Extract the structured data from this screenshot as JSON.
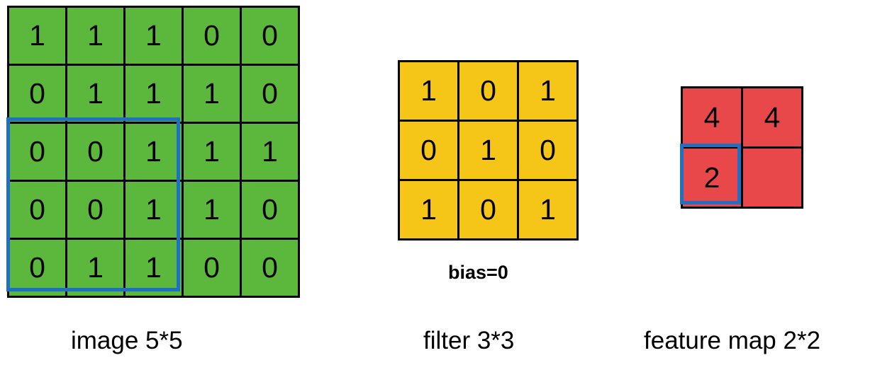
{
  "diagram": {
    "title": "convolution-illustration",
    "colors": {
      "image_cell": "#5cb83c",
      "filter_cell": "#f5c518",
      "feature_cell": "#e8484a",
      "highlight": "#1f6fc4",
      "border": "#000000",
      "background": "#ffffff"
    },
    "image": {
      "caption": "image 5*5",
      "rows": [
        [
          "1",
          "1",
          "1",
          "0",
          "0"
        ],
        [
          "0",
          "1",
          "1",
          "1",
          "0"
        ],
        [
          "0",
          "0",
          "1",
          "1",
          "1"
        ],
        [
          "0",
          "0",
          "1",
          "1",
          "0"
        ],
        [
          "0",
          "1",
          "1",
          "0",
          "0"
        ]
      ],
      "highlight_region": "rows 3-5, cols 1-3"
    },
    "filter": {
      "caption": "filter 3*3",
      "bias_label": "bias=0",
      "rows": [
        [
          "1",
          "0",
          "1"
        ],
        [
          "0",
          "1",
          "0"
        ],
        [
          "1",
          "0",
          "1"
        ]
      ]
    },
    "feature_map": {
      "caption": "feature map 2*2",
      "rows": [
        [
          "4",
          "4"
        ],
        [
          "2",
          ""
        ]
      ],
      "highlight_cell": "row 2, col 1"
    }
  }
}
